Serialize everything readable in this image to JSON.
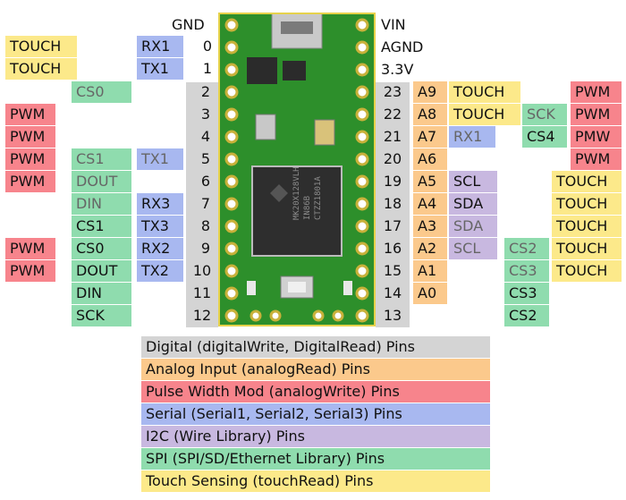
{
  "header": {
    "gnd": "GND",
    "vin": "VIN",
    "agnd": "AGND",
    "v33": "3.3V"
  },
  "left_numbers": [
    "0",
    "1",
    "2",
    "3",
    "4",
    "5",
    "6",
    "7",
    "8",
    "9",
    "10",
    "11",
    "12"
  ],
  "right_numbers": [
    "23",
    "22",
    "21",
    "20",
    "19",
    "18",
    "17",
    "16",
    "15",
    "14",
    "13"
  ],
  "left_labels": {
    "touch": [
      "TOUCH",
      "TOUCH"
    ],
    "serial": [
      "RX1",
      "TX1",
      "TX1",
      "RX3",
      "TX3",
      "RX2",
      "TX2"
    ],
    "spi": [
      "CS0",
      "CS1",
      "DOUT",
      "DIN",
      "CS1",
      "CS0",
      "DOUT",
      "DIN",
      "SCK"
    ],
    "pwm": [
      "PWM",
      "PWM",
      "PWM",
      "PWM",
      "PWM",
      "PWM"
    ]
  },
  "right_labels": {
    "analog": [
      "A9",
      "A8",
      "A7",
      "A6",
      "A5",
      "A4",
      "A3",
      "A2",
      "A1",
      "A0"
    ],
    "touch_a": [
      "TOUCH",
      "TOUCH"
    ],
    "serial": [
      "RX1"
    ],
    "i2c": [
      "SCL",
      "SDA",
      "SDA",
      "SCL"
    ],
    "spi_top": [
      "SCK",
      "CS4"
    ],
    "spi_bottom": [
      "CS2",
      "CS3",
      "CS3",
      "CS2"
    ],
    "pwm": [
      "PWM",
      "PWM",
      "PMW",
      "PWM"
    ],
    "touch_b": [
      "TOUCH",
      "TOUCH",
      "TOUCH",
      "TOUCH",
      "TOUCH"
    ]
  },
  "chip": {
    "main": "MK20X128VLH",
    "sub1": "IN86B",
    "sub2": "CTZZ1801A"
  },
  "legend": [
    {
      "text": "Digital (digitalWrite, DigitalRead) Pins",
      "color": "#d4d4d4"
    },
    {
      "text": "Analog Input (analogRead) Pins",
      "color": "#fbc98c"
    },
    {
      "text": "Pulse Width Mod (analogWrite) Pins",
      "color": "#f7848c"
    },
    {
      "text": "Serial (Serial1, Serial2, Serial3) Pins",
      "color": "#a8b8f0"
    },
    {
      "text": "I2C (Wire Library) Pins",
      "color": "#c8b8e0"
    },
    {
      "text": "SPI (SPI/SD/Ethernet Library) Pins",
      "color": "#8fdcae"
    },
    {
      "text": "Touch Sensing (touchRead) Pins",
      "color": "#fce98a"
    }
  ]
}
